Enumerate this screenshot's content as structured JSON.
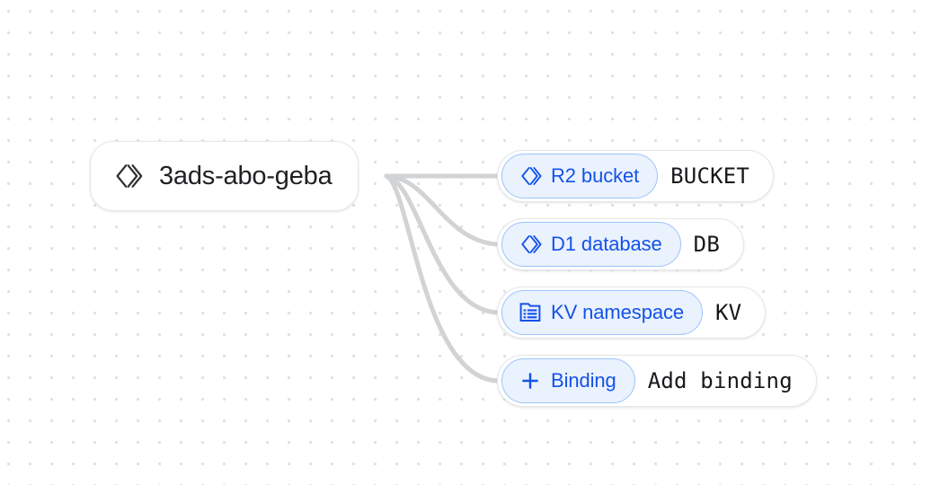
{
  "canvas": {
    "background_color": "#ffffff",
    "dot_color": "#e0e1e3",
    "edge_color": "#d2d3d5"
  },
  "worker": {
    "name": "3ads-abo-geba",
    "icon": "workers-logo-icon",
    "icon_color": "#2f3033"
  },
  "bindings": [
    {
      "type_label": "R2 bucket",
      "value": "BUCKET",
      "icon": "workers-logo-icon",
      "accent_color": "#1452e8",
      "chip_bg": "#eaf2fe",
      "chip_border": "#9cc4fb"
    },
    {
      "type_label": "D1 database",
      "value": "DB",
      "icon": "workers-logo-icon",
      "accent_color": "#1452e8",
      "chip_bg": "#eaf2fe",
      "chip_border": "#9cc4fb"
    },
    {
      "type_label": "KV namespace",
      "value": "KV",
      "icon": "list-box-icon",
      "accent_color": "#1452e8",
      "chip_bg": "#eaf2fe",
      "chip_border": "#9cc4fb"
    },
    {
      "type_label": "Binding",
      "value": "Add binding",
      "icon": "plus-icon",
      "accent_color": "#1452e8",
      "chip_bg": "#eaf2fe",
      "chip_border": "#9cc4fb"
    }
  ]
}
